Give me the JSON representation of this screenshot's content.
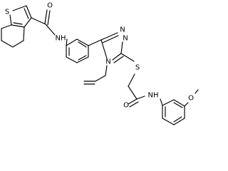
{
  "molecule": {
    "atoms": {
      "sulfur_thiophene": "S",
      "oxygen_amide1": "O",
      "nh_amide1": "NH",
      "n_triazole_right": "N",
      "n_triazole_right2": "N",
      "n_triazole_bottom": "N",
      "sulfur_thioether": "S",
      "oxygen_amide2": "O",
      "nh_amide2": "NH",
      "oxygen_methoxy": "O"
    },
    "colors": {
      "bond": "#000000",
      "label": "#000000",
      "background": "#ffffff"
    }
  }
}
